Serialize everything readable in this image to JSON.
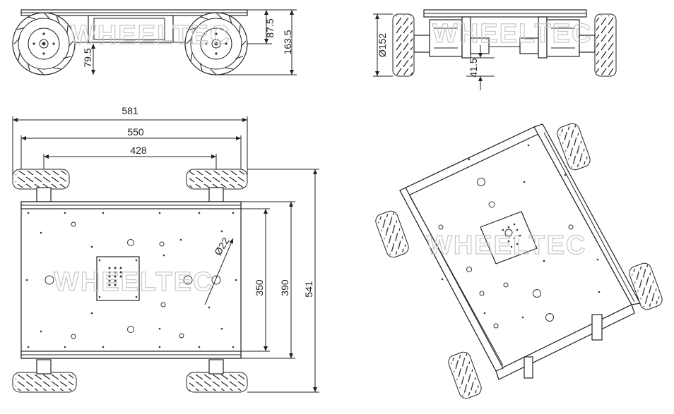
{
  "brand": {
    "watermark": "WHEELTEC"
  },
  "dimensions": {
    "side_view": {
      "d875": "87.5",
      "d1635": "163.5",
      "d795": "79.5"
    },
    "front_view": {
      "d152": "Ø152",
      "d415": "41.5"
    },
    "top_view": {
      "d581": "581",
      "d550": "550",
      "d428": "428",
      "d22": "Ø22",
      "d350": "350",
      "d390": "390",
      "d541": "541"
    }
  }
}
